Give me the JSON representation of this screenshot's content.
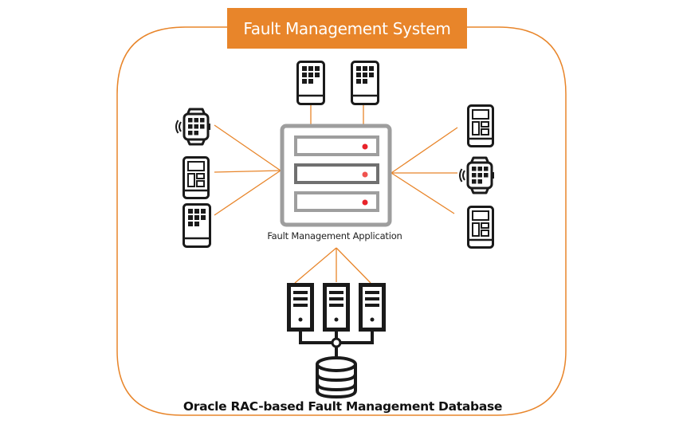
{
  "title": "Fault Management System",
  "application_label": "Fault Management Application",
  "database_label": "Oracle RAC-based Fault Management Database",
  "colors": {
    "accent": "#E8852A",
    "icon_stroke": "#1A1A1A",
    "server_frame": "#9E9E9E",
    "server_slot_active": "#707070",
    "status_led": "#E8232A",
    "background": "#FFFFFF"
  },
  "nodes": {
    "top_devices": [
      {
        "type": "phone-grid-icon"
      },
      {
        "type": "phone-grid-icon"
      }
    ],
    "left_devices": [
      {
        "type": "smartwatch-icon"
      },
      {
        "type": "tablet-layout-icon"
      },
      {
        "type": "phone-grid-icon"
      }
    ],
    "right_devices": [
      {
        "type": "tablet-layout-icon"
      },
      {
        "type": "smartwatch-icon"
      },
      {
        "type": "tablet-layout-icon"
      }
    ],
    "application_server": {
      "type": "server-rack-icon",
      "slots": 3
    },
    "db_servers": [
      {
        "type": "tower-server-icon"
      },
      {
        "type": "tower-server-icon"
      },
      {
        "type": "tower-server-icon"
      }
    ],
    "database": {
      "type": "database-cylinder-icon"
    }
  }
}
